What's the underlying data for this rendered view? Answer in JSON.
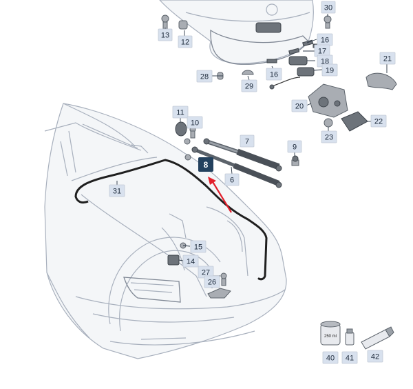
{
  "diagram": {
    "labels": {
      "p6": "6",
      "p7": "7",
      "p8": "8",
      "p9": "9",
      "p10": "10",
      "p11": "11",
      "p12": "12",
      "p13": "13",
      "p14": "14",
      "p15": "15",
      "p16a": "16",
      "p16b": "16",
      "p17": "17",
      "p18": "18",
      "p19": "19",
      "p20": "20",
      "p21": "21",
      "p22": "22",
      "p23": "23",
      "p26": "26",
      "p27": "27",
      "p28": "28",
      "p29": "29",
      "p30": "30",
      "p31": "31",
      "p40": "40",
      "p41": "41",
      "p42": "42"
    },
    "can_text": "250 ml",
    "colors": {
      "highlight_label": "#23415e",
      "arrow": "#e2202c",
      "seal": "#1f1f1f",
      "label_bg": "#d8e1ee"
    }
  }
}
